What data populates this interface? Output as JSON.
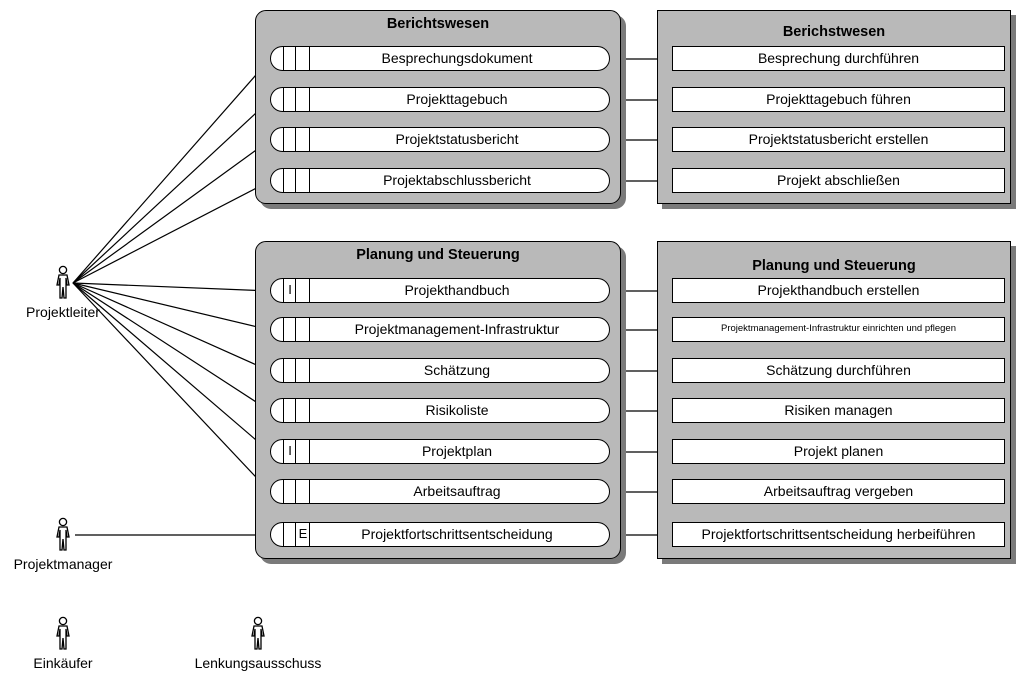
{
  "roles": [
    {
      "label": "Projektleiter"
    },
    {
      "label": "Projektmanager"
    },
    {
      "label": "Einkäufer"
    },
    {
      "label": "Lenkungsausschuss"
    }
  ],
  "groups": [
    {
      "title": "Berichtswesen",
      "products": [
        {
          "label": "Besprechungsdokument",
          "mark": ""
        },
        {
          "label": "Projekttagebuch",
          "mark": ""
        },
        {
          "label": "Projektstatusbericht",
          "mark": ""
        },
        {
          "label": "Projektabschlussbericht",
          "mark": ""
        }
      ]
    },
    {
      "title": "Planung und Steuerung",
      "products": [
        {
          "label": "Projekthandbuch",
          "mark": "I"
        },
        {
          "label": "Projektmanagement-Infrastruktur",
          "mark": ""
        },
        {
          "label": "Schätzung",
          "mark": ""
        },
        {
          "label": "Risikoliste",
          "mark": ""
        },
        {
          "label": "Projektplan",
          "mark": "I"
        },
        {
          "label": "Arbeitsauftrag",
          "mark": ""
        },
        {
          "label": "Projektfortschrittsentscheidung",
          "mark": "E"
        }
      ]
    }
  ],
  "activity_groups": [
    {
      "title": "Berichstwesen",
      "activities": [
        {
          "label": "Besprechung durchführen"
        },
        {
          "label": "Projekttagebuch führen"
        },
        {
          "label": "Projektstatusbericht erstellen"
        },
        {
          "label": "Projekt abschließen"
        }
      ]
    },
    {
      "title": "Planung und Steuerung",
      "activities": [
        {
          "label": "Projekthandbuch erstellen"
        },
        {
          "label": "Projektmanagement-Infrastruktur einrichten und pflegen"
        },
        {
          "label": "Schätzung durchführen"
        },
        {
          "label": "Risiken managen"
        },
        {
          "label": "Projekt planen"
        },
        {
          "label": "Arbeitsauftrag vergeben"
        },
        {
          "label": "Projektfortschrittsentscheidung herbeiführen"
        }
      ]
    }
  ],
  "colors": {
    "group_fill": "#b9b9b9",
    "group_shadow": "#7a7a7a",
    "box_fill": "#ffffff",
    "line": "#000000"
  },
  "icons": {
    "role": "person-stick-figure-icon"
  }
}
